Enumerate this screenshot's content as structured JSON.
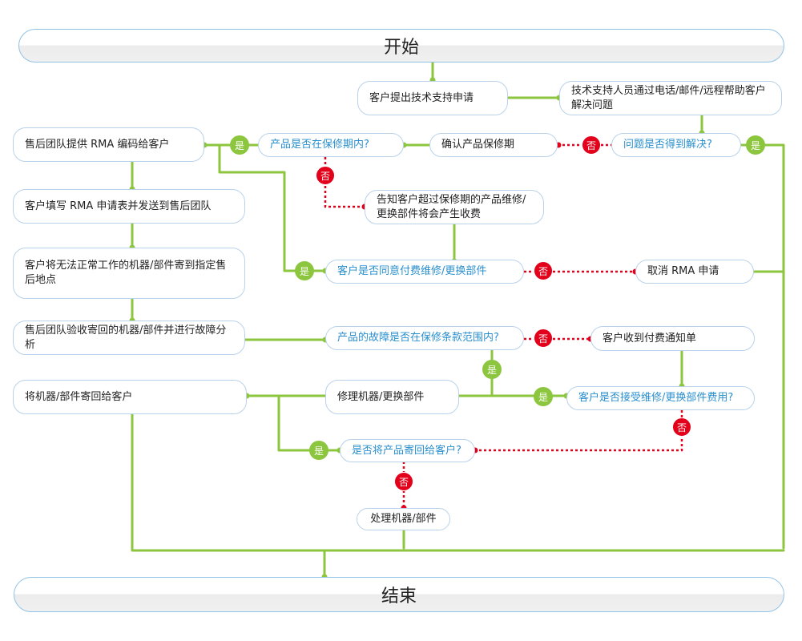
{
  "start_label": "开始",
  "end_label": "结束",
  "yes_label": "是",
  "no_label": "否",
  "colors": {
    "flow_green": "#8cc63e",
    "flow_red": "#e2001a",
    "question_blue": "#2a8fce",
    "box_border": "#b9d2ea"
  },
  "nodes": {
    "submit_request": "客户提出技术支持申请",
    "remote_help": "技术支持人员通过电话/邮件/远程帮助客户解决问题",
    "issue_resolved": "问题是否得到解决?",
    "confirm_warranty": "确认产品保修期",
    "in_warranty": "产品是否在保修期内?",
    "provide_rma": "售后团队提供 RMA 编码给客户",
    "notify_charge": "告知客户超过保修期的产品维修/更换部件将会产生收费",
    "agree_paid_repair": "客户是否同意付费维修/更换部件",
    "cancel_rma": "取消 RMA 申请",
    "fill_rma": "客户填写 RMA 申请表并发送到售后团队",
    "send_device": "客户将无法正常工作的机器/部件寄到指定售后地点",
    "inspect_device": "售后团队验收寄回的机器/部件并进行故障分析",
    "fault_covered": "产品的故障是否在保修条款范围内?",
    "receive_invoice": "客户收到付费通知单",
    "repair_replace": "修理机器/更换部件",
    "accept_fee": "客户是否接受维修/更换部件费用?",
    "return_device": "将机器/部件寄回给客户",
    "return_question": "是否将产品寄回给客户?",
    "dispose_device": "处理机器/部件"
  }
}
